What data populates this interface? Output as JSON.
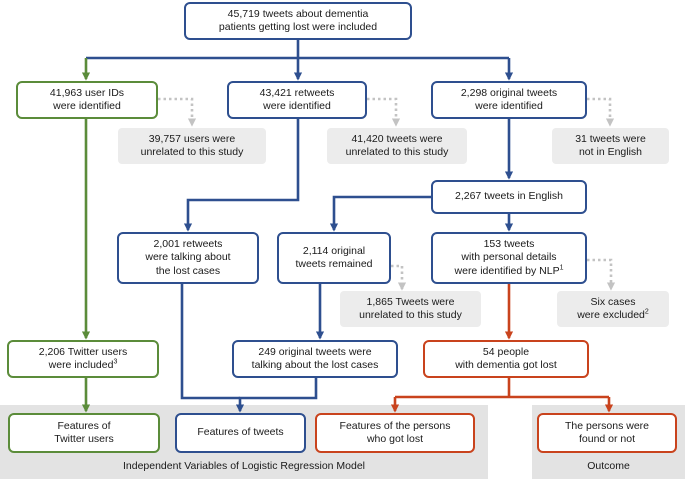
{
  "colors": {
    "blue": "#2e4f8f",
    "green": "#5b8c3a",
    "red": "#c9431d",
    "dotted": "#c3c3c3",
    "band": "#e3e3e3"
  },
  "nodes": {
    "top": {
      "lines": [
        "45,719 tweets about dementia",
        "patients getting lost were included"
      ]
    },
    "user_ids": {
      "lines": [
        "41,963 user IDs",
        "were identified"
      ]
    },
    "retweets": {
      "lines": [
        "43,421 retweets",
        "were identified"
      ]
    },
    "original": {
      "lines": [
        "2,298 original tweets",
        "were identified"
      ]
    },
    "ex_users": {
      "lines": [
        "39,757 users were",
        "unrelated to this study"
      ]
    },
    "ex_retweets": {
      "lines": [
        "41,420 tweets were",
        "unrelated to this study"
      ]
    },
    "ex_english": {
      "lines": [
        "31 tweets were",
        "not in English"
      ]
    },
    "english": {
      "lines": [
        "2,267 tweets in English"
      ]
    },
    "retweets_lost": {
      "lines": [
        "2,001 retweets",
        "were talking about",
        "the lost cases"
      ]
    },
    "orig_remained": {
      "lines": [
        "2,114 original",
        "tweets remained"
      ]
    },
    "nlp": {
      "lines": [
        "153 tweets",
        "with personal details",
        "were identified by NLP"
      ],
      "sup": "1"
    },
    "ex_1865": {
      "lines": [
        "1,865 Tweets were",
        "unrelated to this study"
      ]
    },
    "ex_six": {
      "lines": [
        "Six cases",
        "were excluded"
      ],
      "sup": "2"
    },
    "twitter_users": {
      "lines": [
        "2,206 Twitter users",
        "were included"
      ],
      "sup": "3"
    },
    "orig_lost": {
      "lines": [
        "249 original tweets were",
        "talking about the lost cases"
      ]
    },
    "people": {
      "lines": [
        "54 people",
        "with dementia got lost"
      ]
    },
    "feat_users": {
      "lines": [
        "Features of",
        "Twitter users"
      ]
    },
    "feat_tweets": {
      "lines": [
        "Features of tweets"
      ]
    },
    "feat_persons": {
      "lines": [
        "Features of the persons",
        "who got lost"
      ]
    },
    "outcome_box": {
      "lines": [
        "The persons were",
        "found or not"
      ]
    }
  },
  "bands": {
    "independent": "Independent Variables of Logistic Regression Model",
    "outcome": "Outcome"
  }
}
